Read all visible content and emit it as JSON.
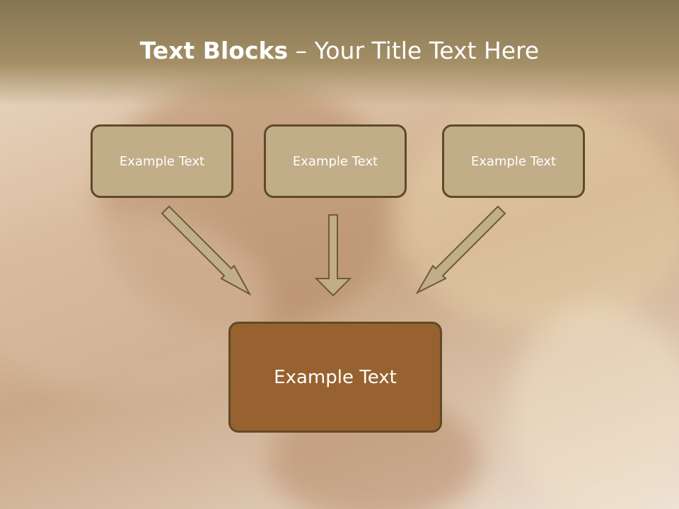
{
  "title": {
    "bold": "Text Blocks",
    "separator": " – ",
    "rest": "Your Title Text Here"
  },
  "blocks": {
    "left": "Example Text",
    "center": "Example Text",
    "right": "Example Text",
    "bottom": "Example Text"
  },
  "colors": {
    "header": "#857654",
    "small_box": "#c1ad88",
    "big_box": "#97622f",
    "border": "#5e4a2a",
    "arrow_fill": "#c1ad88"
  }
}
